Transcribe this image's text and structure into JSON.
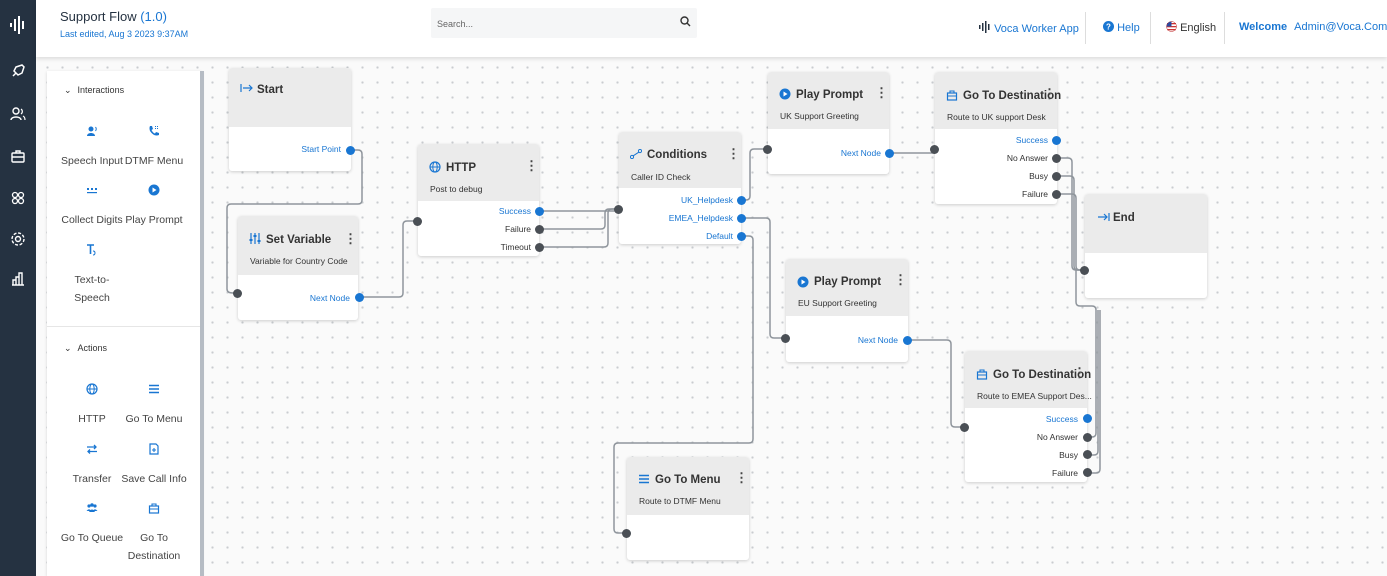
{
  "app": {
    "flow_name": "Support Flow",
    "flow_version": "(1.0)",
    "last_edited": "Last edited, Aug 3 2023 9:37AM"
  },
  "search": {
    "placeholder": "Search..."
  },
  "topnav": {
    "worker_app": "Voca Worker App",
    "help": "Help",
    "language": "English",
    "welcome": "Welcome",
    "user": "Admin@Voca.Com"
  },
  "rail_icons": [
    "logo-icon",
    "rocket-icon",
    "users-icon",
    "briefcase-icon",
    "integrations-icon",
    "settings-icon",
    "reports-icon"
  ],
  "palette": {
    "interactions_title": "Interactions",
    "interactions": [
      "Speech Input",
      "DTMF Menu",
      "Collect Digits",
      "Play Prompt",
      "Text-to-Speech"
    ],
    "actions_title": "Actions",
    "actions": [
      "HTTP",
      "Go To Menu",
      "Transfer",
      "Save Call Info",
      "Go To Queue",
      "Go To Destination"
    ]
  },
  "nodes": {
    "start": {
      "title": "Start",
      "ports": [
        "Start Point"
      ]
    },
    "setvar": {
      "title": "Set Variable",
      "subtitle": "Variable for Country Code",
      "ports": [
        "Next Node"
      ]
    },
    "http": {
      "title": "HTTP",
      "subtitle": "Post to debug",
      "ports": [
        "Success",
        "Failure",
        "Timeout"
      ]
    },
    "conditions": {
      "title": "Conditions",
      "subtitle": "Caller ID Check",
      "ports": [
        "UK_Helpdesk",
        "EMEA_Helpdesk",
        "Default"
      ]
    },
    "pp_uk": {
      "title": "Play Prompt",
      "subtitle": "UK Support Greeting",
      "ports": [
        "Next Node"
      ]
    },
    "gtd_uk": {
      "title": "Go To Destination",
      "subtitle": "Route to UK support Desk",
      "ports": [
        "Success",
        "No Answer",
        "Busy",
        "Failure"
      ]
    },
    "end": {
      "title": "End"
    },
    "pp_eu": {
      "title": "Play Prompt",
      "subtitle": "EU Support Greeting",
      "ports": [
        "Next Node"
      ]
    },
    "gtd_emea": {
      "title": "Go To Destination",
      "subtitle": "Route to EMEA Support Des...",
      "ports": [
        "Success",
        "No Answer",
        "Busy",
        "Failure"
      ]
    },
    "gtm": {
      "title": "Go To Menu",
      "subtitle": "Route to DTMF Menu"
    }
  },
  "colors": {
    "accent": "#1976d2",
    "rail": "#253241",
    "node_header": "#ebebeb",
    "wire": "#8f959c"
  }
}
